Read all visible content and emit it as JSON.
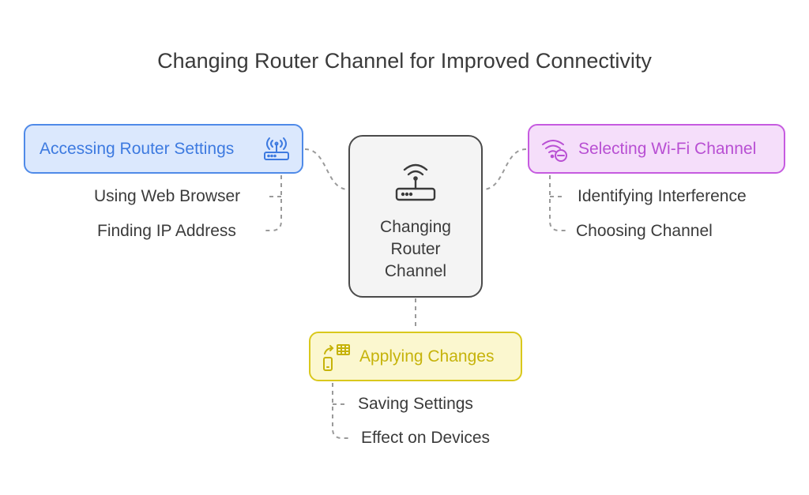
{
  "title": "Changing Router Channel for Improved Connectivity",
  "center": {
    "label": "Changing Router Channel",
    "icon": "router-wifi-icon"
  },
  "branches": {
    "accessing": {
      "label": "Accessing Router Settings",
      "icon": "router-broadcast-icon",
      "color": "#4f8ae8",
      "items": [
        "Using Web Browser",
        "Finding IP Address"
      ]
    },
    "selecting": {
      "label": "Selecting Wi-Fi Channel",
      "icon": "wifi-blocked-icon",
      "color": "#c65be0",
      "items": [
        "Identifying Interference",
        "Choosing Channel"
      ]
    },
    "applying": {
      "label": "Applying Changes",
      "icon": "device-sync-icon",
      "color": "#d9c81c",
      "items": [
        "Saving Settings",
        "Effect on Devices"
      ]
    }
  }
}
